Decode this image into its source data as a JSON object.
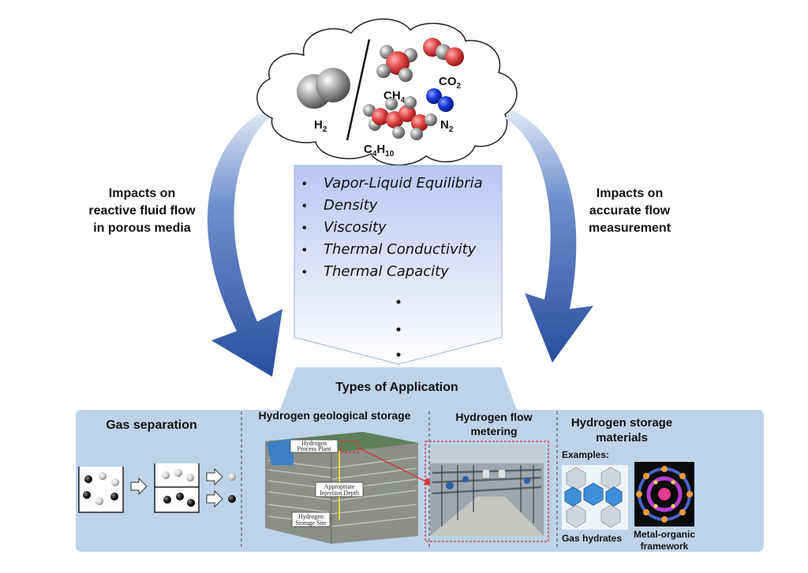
{
  "molecules": {
    "h2": {
      "base": "H",
      "sub": "2"
    },
    "ch4": {
      "base": "CH",
      "sub": "4"
    },
    "co2": {
      "base": "CO",
      "sub": "2"
    },
    "n2": {
      "base": "N",
      "sub": "2"
    },
    "c4h10": {
      "base1": "C",
      "sub1": "4",
      "base2": "H",
      "sub2": "10"
    }
  },
  "left_arrow_label": [
    "Impacts on",
    "reactive fluid flow",
    "in porous media"
  ],
  "right_arrow_label": [
    "Impacts on",
    "accurate flow",
    "measurement"
  ],
  "properties": [
    "Vapor-Liquid Equilibria",
    "Density",
    "Viscosity",
    "Thermal Conductivity",
    "Thermal Capacity"
  ],
  "bullet": "•",
  "funnel_title": "Types of Application",
  "applications": {
    "gas_separation": {
      "title": "Gas separation"
    },
    "geological_storage": {
      "title": "Hydrogen geological storage",
      "labels": {
        "plant": [
          "Hydrogen",
          "Process Plant"
        ],
        "depth": [
          "Appropriate",
          "Injection Depth"
        ],
        "site": [
          "Hydrogen",
          "Storage Site"
        ]
      }
    },
    "flow_metering": {
      "title": [
        "Hydrogen flow",
        "metering"
      ]
    },
    "storage_materials": {
      "title": [
        "Hydrogen storage",
        "materials"
      ],
      "examples_label": "Examples:",
      "example_1": "Gas hydrates",
      "example_2": [
        "Metal-organic",
        "framework"
      ]
    }
  },
  "colors": {
    "arrow": "#2c56a8",
    "panel": "#bdd4ea",
    "box_top": "#c8d3f4",
    "box_bottom": "#ffffff",
    "red_dashed": "#e03030"
  }
}
